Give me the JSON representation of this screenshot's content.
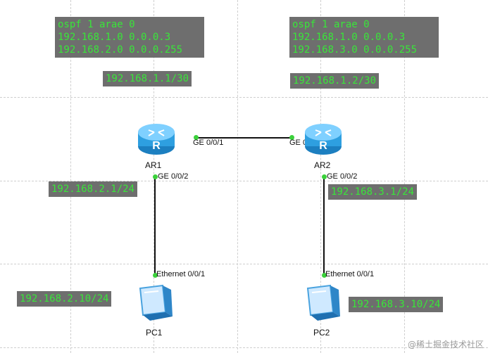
{
  "topology": {
    "routers": [
      {
        "name": "AR1",
        "ospf_config": [
          "ospf 1 arae 0",
          "192.168.1.0 0.0.0.3",
          "192.168.2.0 0.0.0.255"
        ],
        "link_ip": "192.168.1.1/30",
        "lan_ip": "192.168.2.1/24",
        "wan_port": "GE 0/0/1",
        "lan_port": "GE 0/0/2"
      },
      {
        "name": "AR2",
        "ospf_config": [
          "ospf 1 arae 0",
          "192.168.1.0 0.0.0.3",
          "192.168.3.0 0.0.0.255"
        ],
        "link_ip": "192.168.1.2/30",
        "lan_ip": "192.168.3.1/24",
        "wan_port": "GE 0/0/1",
        "lan_port": "GE 0/0/2"
      }
    ],
    "pcs": [
      {
        "name": "PC1",
        "ip": "192.168.2.10/24",
        "port": "Ethernet 0/0/1"
      },
      {
        "name": "PC2",
        "ip": "192.168.3.10/24",
        "port": "Ethernet 0/0/1"
      }
    ]
  },
  "watermark": "@稀土掘金技术社区",
  "colors": {
    "label_bg": "#6e6e6e",
    "label_text": "#39e639",
    "link": "#111111",
    "port_dot": "#3bd13b",
    "router_blue": "#2e9fe0"
  }
}
